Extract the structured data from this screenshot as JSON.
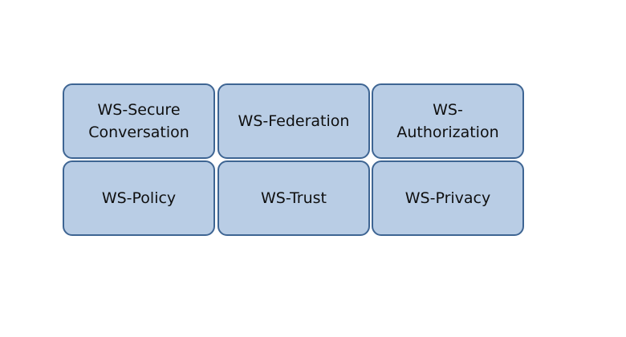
{
  "colors": {
    "box_fill": "#b9cde5",
    "box_border": "#3e6593",
    "text": "#0f0f0f",
    "background": "#ffffff"
  },
  "boxes": [
    {
      "label": "WS-Secure\nConversation"
    },
    {
      "label": "WS-Federation"
    },
    {
      "label": "WS-\nAuthorization"
    },
    {
      "label": "WS-Policy"
    },
    {
      "label": "WS-Trust"
    },
    {
      "label": "WS-Privacy"
    }
  ]
}
